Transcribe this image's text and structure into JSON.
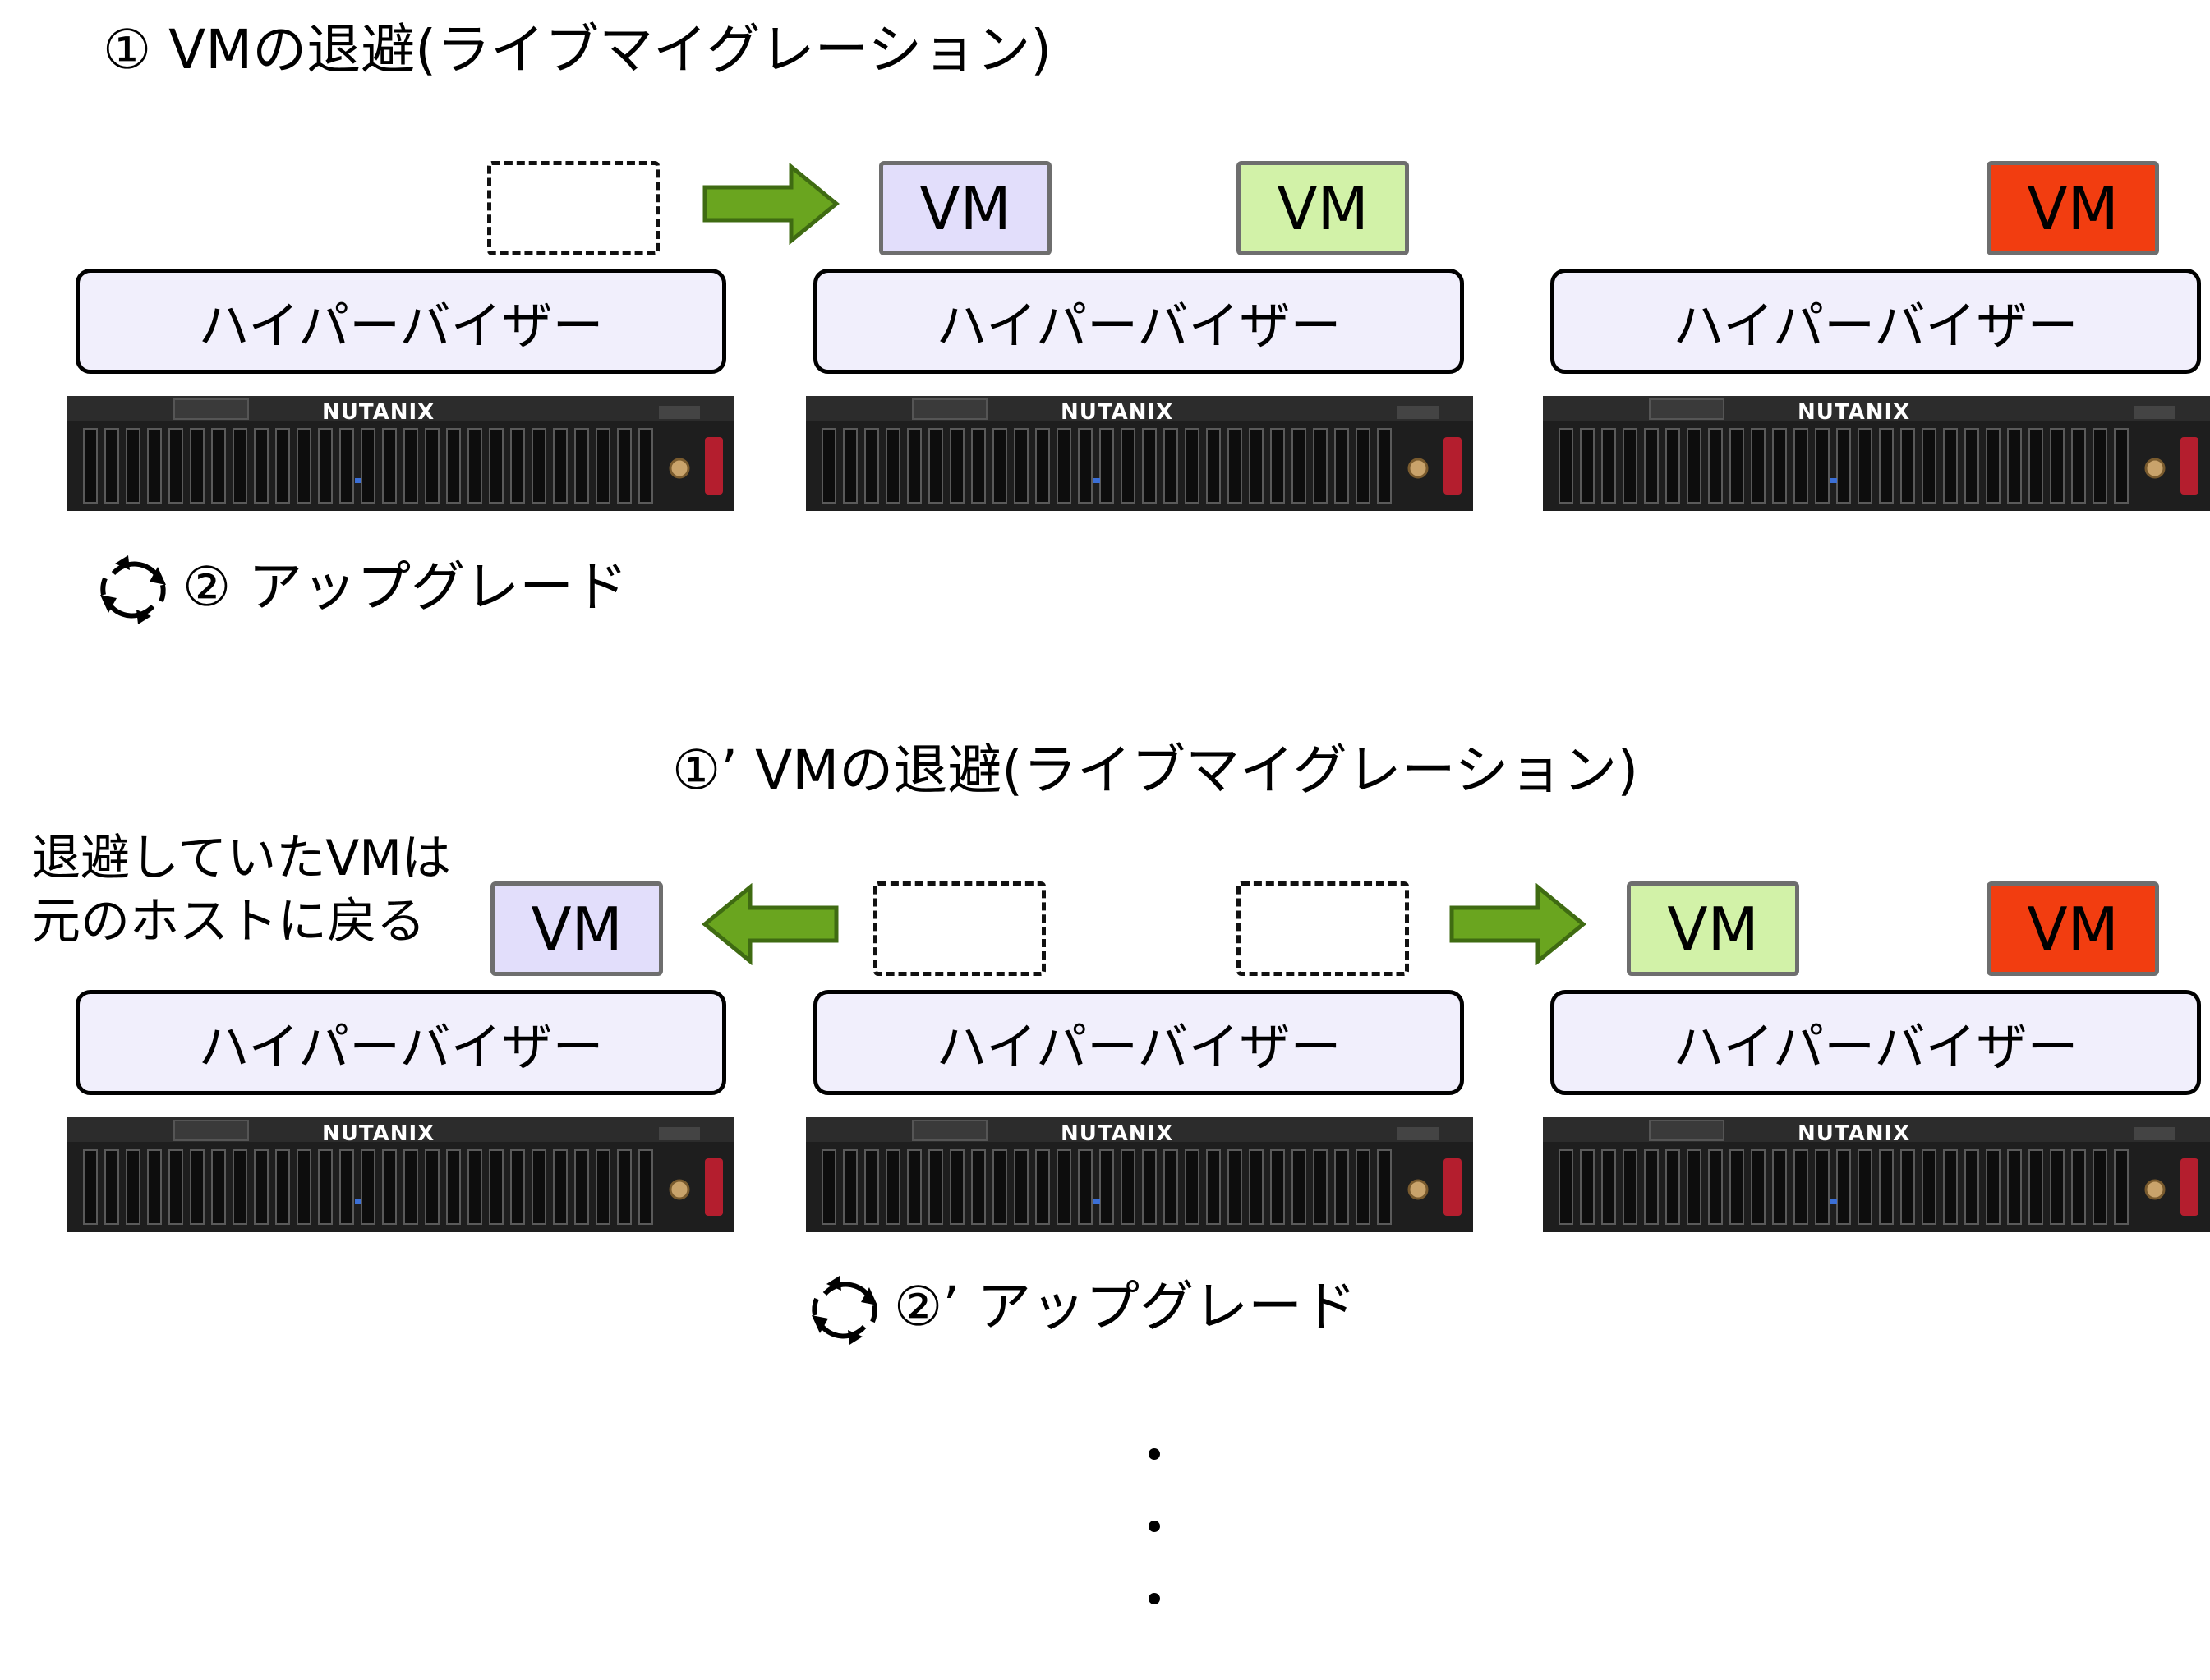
{
  "row1": {
    "title": "① VMの退避(ライブマイグレーション)",
    "caption": "② アップグレード",
    "vm_label": "VM",
    "hypervisor_label": "ハイパーバイザー",
    "server_brand": "NUTANIX"
  },
  "row2": {
    "title": "①’ VMの退避(ライブマイグレーション)",
    "caption": "②’ アップグレード",
    "note_line1": "退避していたVMは",
    "note_line2": "元のホストに戻る",
    "vm_label": "VM",
    "hypervisor_label": "ハイパーバイザー",
    "server_brand": "NUTANIX"
  },
  "ellipsis": [
    "•",
    "•",
    "•"
  ],
  "colors": {
    "vm_purple": "#e2defb",
    "vm_green": "#d2f2a8",
    "vm_red": "#f23d10",
    "hypervisor_fill": "#f1effc",
    "arrow_green": "#6aa51f",
    "arrow_outline": "#3f6b12"
  },
  "icons": [
    "refresh-cycle-icon",
    "arrow-right-icon",
    "arrow-left-icon",
    "server-chassis-icon"
  ]
}
